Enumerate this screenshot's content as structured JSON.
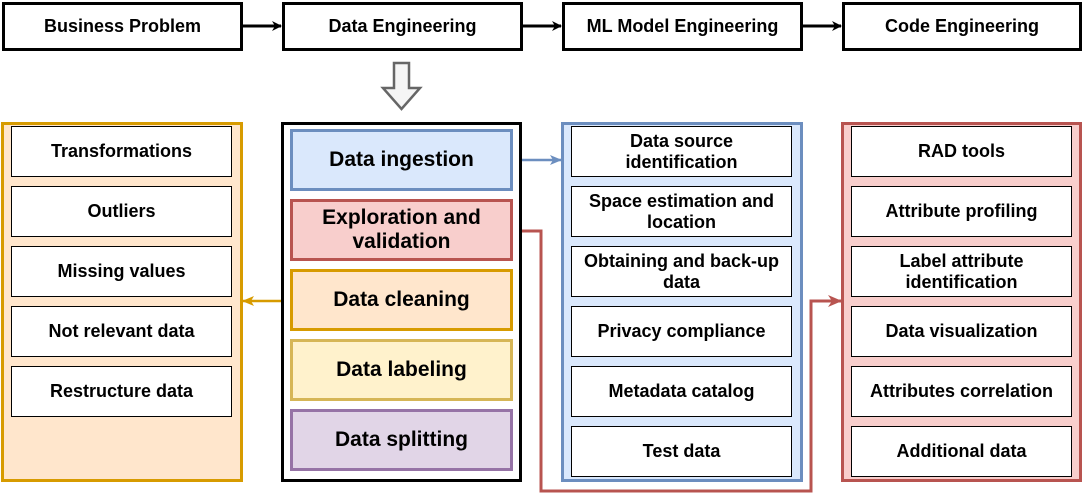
{
  "pipeline": [
    {
      "id": "business-problem",
      "label": "Business Problem"
    },
    {
      "id": "data-engineering",
      "label": "Data Engineering"
    },
    {
      "id": "ml-model-engineering",
      "label": "ML Model Engineering"
    },
    {
      "id": "code-engineering",
      "label": "Code Engineering"
    }
  ],
  "stages": [
    {
      "id": "data-ingestion",
      "label": "Data ingestion",
      "fill": "#dae8fc",
      "stroke": "#6c8ebf"
    },
    {
      "id": "exploration-validation",
      "label": "Exploration and validation",
      "fill": "#f8cecc",
      "stroke": "#b85450"
    },
    {
      "id": "data-cleaning",
      "label": "Data cleaning",
      "fill": "#ffe6cc",
      "stroke": "#d79b00"
    },
    {
      "id": "data-labeling",
      "label": "Data labeling",
      "fill": "#fff2cc",
      "stroke": "#d6b656"
    },
    {
      "id": "data-splitting",
      "label": "Data splitting",
      "fill": "#e1d5e7",
      "stroke": "#9673a6"
    }
  ],
  "cleaning_panel": {
    "fill": "#ffe6cc",
    "stroke": "#d79b00",
    "items": [
      "Transformations",
      "Outliers",
      "Missing values",
      "Not relevant data",
      "Restructure data"
    ]
  },
  "ingestion_panel": {
    "fill": "#dae8fc",
    "stroke": "#6c8ebf",
    "items": [
      "Data source identification",
      "Space estimation and location",
      "Obtaining and back-up data",
      "Privacy compliance",
      "Metadata catalog",
      "Test data"
    ]
  },
  "exploration_panel": {
    "fill": "#f8cecc",
    "stroke": "#b85450",
    "items": [
      "RAD tools",
      "Attribute profiling",
      "Label attribute identification",
      "Data visualization",
      "Attributes correlation",
      "Additional data"
    ]
  },
  "colors": {
    "black": "#000000",
    "hollow_arrow_fill": "#f5f5f5",
    "hollow_arrow_stroke": "#666666"
  }
}
